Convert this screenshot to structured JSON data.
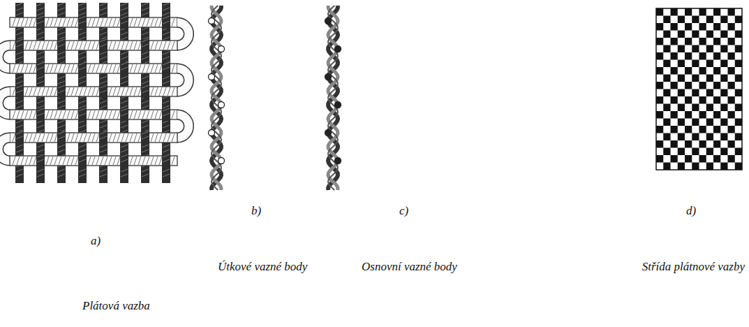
{
  "diagram": {
    "labels": [
      "a)",
      "b)",
      "c)",
      "d)",
      "Útkové vazné body",
      "Osnovní vazné body",
      "Střída plátnové vazby",
      "Plátová vazba"
    ]
  }
}
